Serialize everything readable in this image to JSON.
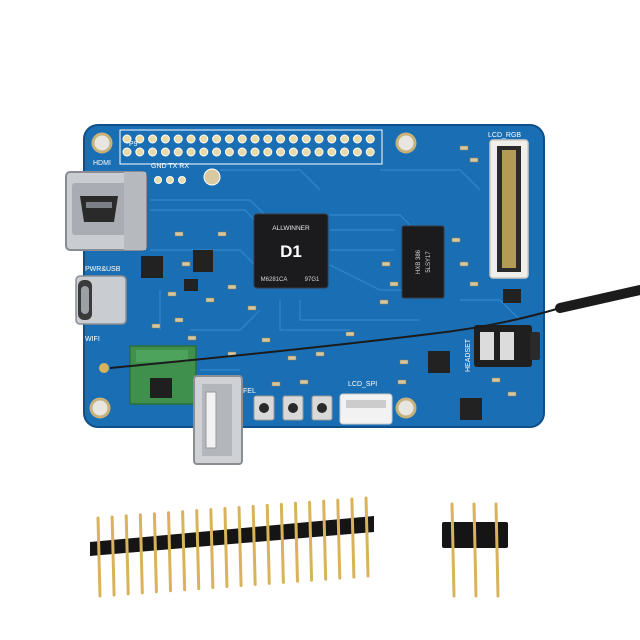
{
  "board": {
    "colors": {
      "pcb": "#1a6fb4",
      "pcb_dark": "#0f4f8a",
      "trace": "#2f86cc",
      "silk": "#ffffff",
      "chip": "#1b1b1d",
      "metal": "#c9ccd0",
      "gold": "#d9b35a",
      "pin_header": "#151515"
    },
    "labels": {
      "hdmi": "HDMI",
      "pwr_usb": "PWR&USB",
      "wifi": "WIFI",
      "lcd_rgb": "LCD_RGB",
      "lcd_spi": "LCD_SPI",
      "fel": "FEL",
      "headset": "HEADSET",
      "debug_pins": "GND TX RX",
      "p9": "P9"
    },
    "soc": {
      "brand": "ALLWINNER",
      "model": "D1",
      "code": "M6281CA",
      "batch": "97G1"
    },
    "ram_chip": {
      "line1": "HXB 386",
      "line2": "5LSY17"
    },
    "icons": [
      "hdmi-port-icon",
      "usb-c-icon",
      "usb-a-icon",
      "audio-jack-icon",
      "antenna-icon"
    ]
  },
  "loose_parts": {
    "long_header_pins": 20,
    "short_header_pins": 3
  }
}
